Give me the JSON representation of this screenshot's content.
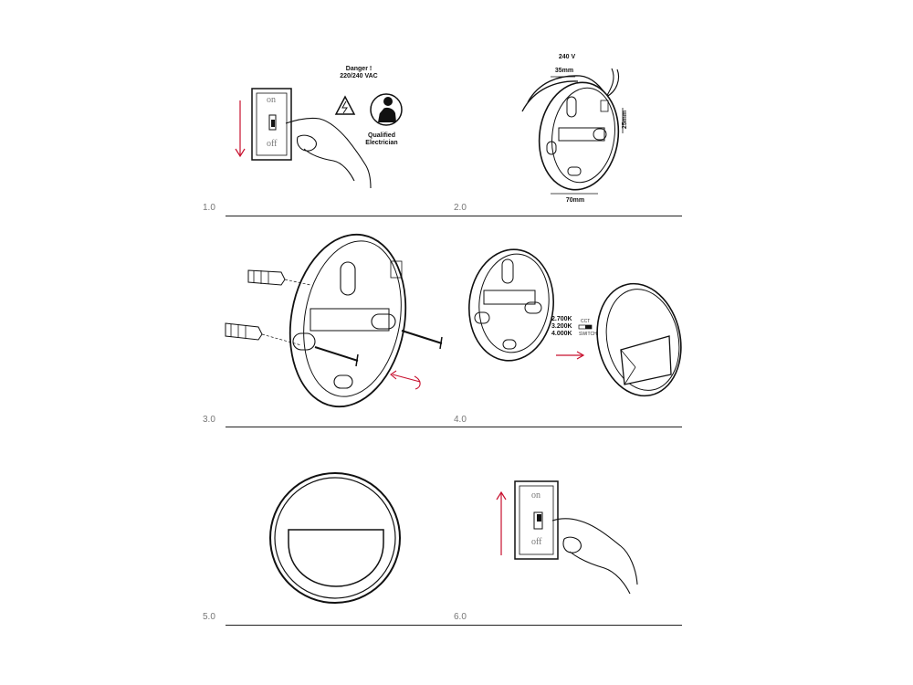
{
  "steps": [
    {
      "number": "1.0"
    },
    {
      "number": "2.0"
    },
    {
      "number": "3.0"
    },
    {
      "number": "4.0"
    },
    {
      "number": "5.0"
    },
    {
      "number": "6.0"
    }
  ],
  "step1": {
    "switch_on": "on",
    "switch_off": "off",
    "danger_line1": "Danger !",
    "danger_line2": "220/240 VAC",
    "qualified_line1": "Qualified",
    "qualified_line2": "Electrician",
    "arrow_color": "#c8102e"
  },
  "step2": {
    "voltage": "240 V",
    "dim_depth": "35mm",
    "dim_height": "25mm",
    "dim_width": "70mm"
  },
  "step4": {
    "cct_values": [
      "2.700K",
      "3.200K",
      "4.000K"
    ],
    "cct_label": "CCT",
    "switch_label": "SWITCH",
    "arrow_color": "#c8102e"
  },
  "step6": {
    "switch_on": "on",
    "switch_off": "off",
    "arrow_color": "#c8102e"
  }
}
